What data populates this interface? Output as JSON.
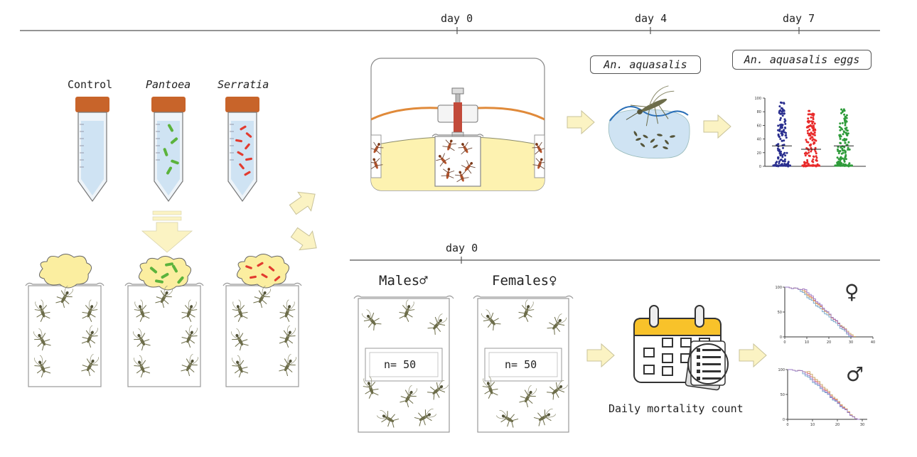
{
  "timeline_top": {
    "day0": "day 0",
    "day4": "day 4",
    "day7": "day 7"
  },
  "timeline_bottom": {
    "day0": "day 0"
  },
  "tubes": [
    {
      "label": "Control",
      "italic": false,
      "bacteria_color": ""
    },
    {
      "label": "Pantoea",
      "italic": true,
      "bacteria_color": "#5bb33c"
    },
    {
      "label": "Serratia",
      "italic": true,
      "bacteria_color": "#e23b2f"
    }
  ],
  "species_label": "An. aquasalis",
  "eggs_label": "An. aquasalis eggs",
  "males_label": "Males♂",
  "females_label": "Females♀",
  "males_n": "n= 50",
  "females_n": "n= 50",
  "mortality_label": "Daily mortality count",
  "eggs_chart": {
    "yticks": [
      "0",
      "20",
      "40",
      "60",
      "80",
      "100"
    ],
    "series_colors": [
      "#2a2f8f",
      "#e82a2a",
      "#2e9b3a"
    ]
  },
  "survival_female": {
    "symbol": "♀",
    "yticks": [
      "0",
      "50",
      "100"
    ],
    "xticks": [
      "0",
      "10",
      "20",
      "30",
      "40"
    ]
  },
  "survival_male": {
    "symbol": "♂",
    "yticks": [
      "0",
      "50",
      "100"
    ],
    "xticks": [
      "0",
      "10",
      "20",
      "30"
    ]
  },
  "colors": {
    "cap": "#c8642a",
    "tube_liquid": "#cfe3f3",
    "arrow": "#fbf3c3",
    "food": "#fbeea0",
    "mosquito": "#7a7a55"
  }
}
